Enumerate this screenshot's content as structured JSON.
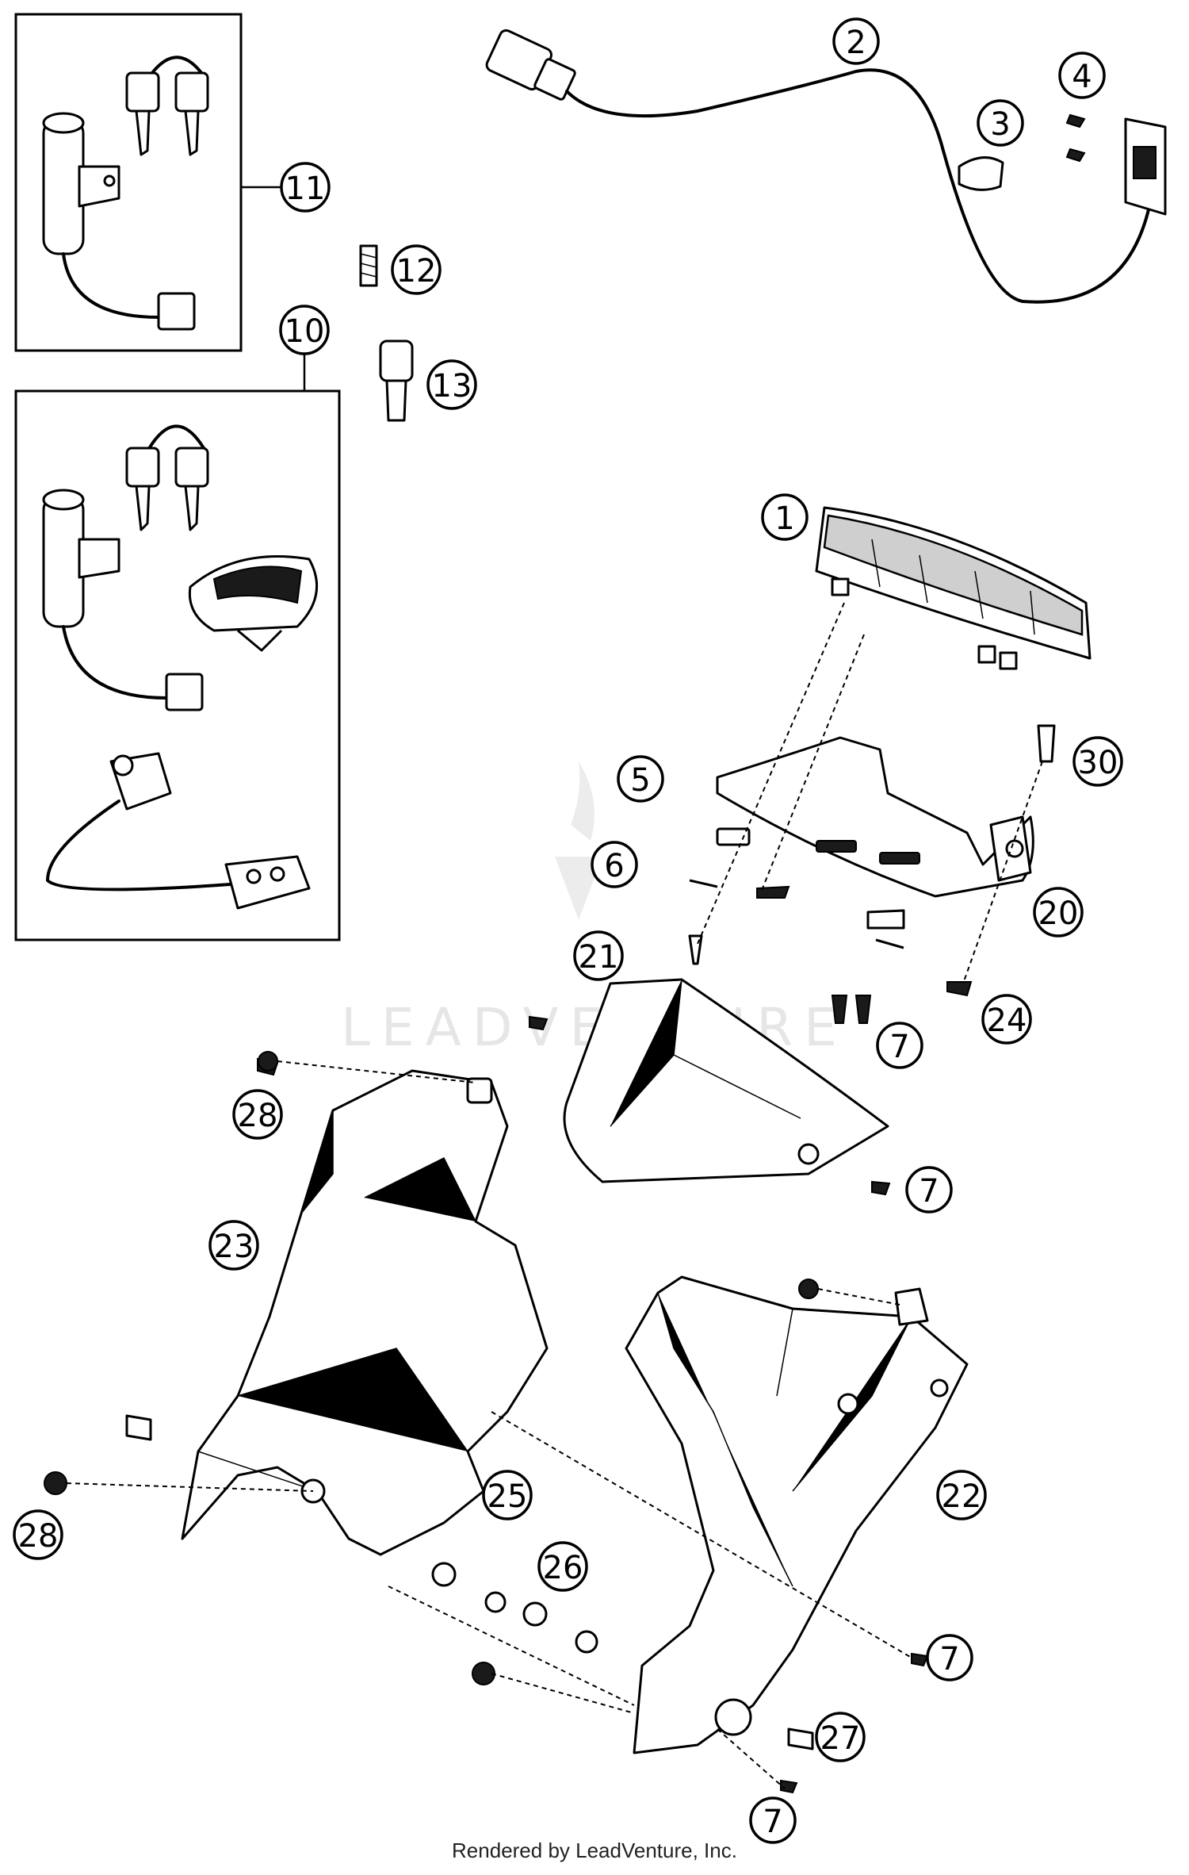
{
  "watermark": "LEADVENTURE",
  "footer_text": "Rendered by LeadVenture, Inc.",
  "callouts": {
    "c1": "1",
    "c2": "2",
    "c3": "3",
    "c4": "4",
    "c5": "5",
    "c6": "6",
    "c7a": "7",
    "c7b": "7",
    "c7c": "7",
    "c7d": "7",
    "c10": "10",
    "c11": "11",
    "c12": "12",
    "c13": "13",
    "c20": "20",
    "c21": "21",
    "c22": "22",
    "c23": "23",
    "c24": "24",
    "c25": "25",
    "c26": "26",
    "c27": "27",
    "c28a": "28",
    "c28b": "28",
    "c30": "30"
  }
}
